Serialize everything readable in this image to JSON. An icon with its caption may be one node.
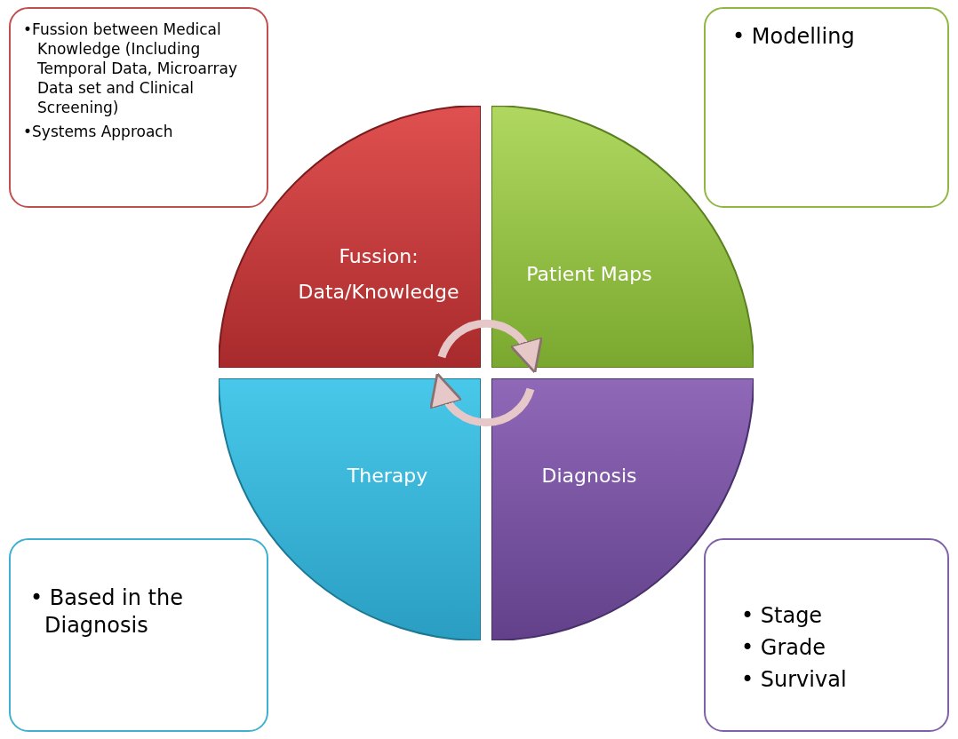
{
  "diagram": {
    "nodes": [
      {
        "text": [
          "•Fussion between Medical Knowledge (Including Temporal Data, Microarray Data set and Clinical Screening)",
          "•Systems Approach"
        ]
      },
      {
        "text": [
          "• Modelling"
        ]
      },
      {
        "text": [
          "Fussion: Data/Knowledge"
        ]
      },
      {
        "text": [
          "Patient Maps"
        ]
      },
      {
        "text": [
          "Therapy"
        ]
      },
      {
        "text": [
          "Diagnosis"
        ]
      },
      {
        "text": [
          "• Based in the Diagnosis"
        ]
      },
      {
        "text": [
          "• Stage",
          "• Grade",
          "• Survival"
        ]
      }
    ],
    "edges": [
      {
        "from": 2,
        "to": 3,
        "arrow": "to"
      },
      {
        "from": 5,
        "to": 4,
        "arrow": "to"
      }
    ]
  }
}
